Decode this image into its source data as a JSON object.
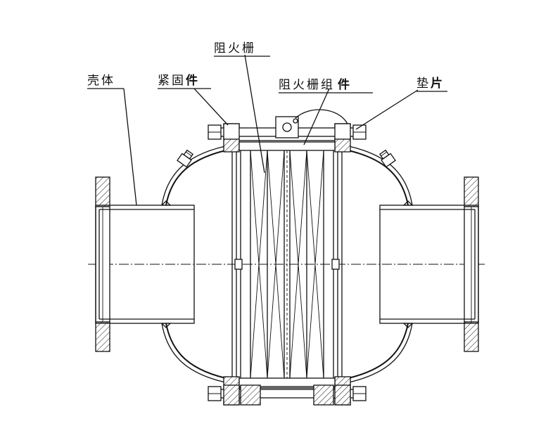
{
  "labels": {
    "shell": "壳体",
    "fastener_part1": "紧固",
    "fastener_part2": "件",
    "flame_grid": "阻火栅",
    "flame_grid_assembly_part1": "阻火栅组",
    "flame_grid_assembly_part2": "件",
    "gasket_part1": "垫",
    "gasket_part2": "片"
  },
  "colors": {
    "line": "#111111",
    "background": "#ffffff"
  }
}
